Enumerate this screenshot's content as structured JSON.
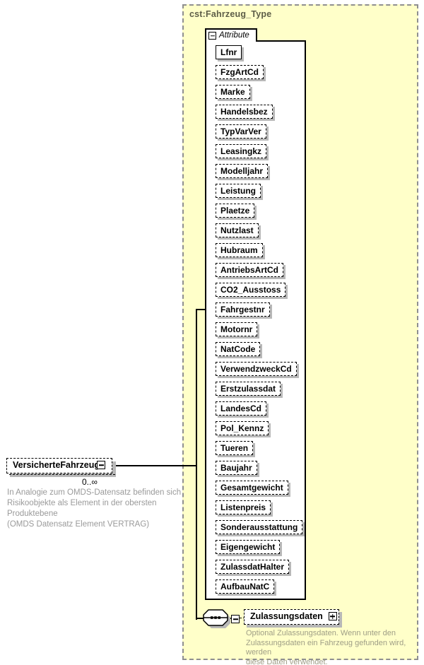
{
  "type": {
    "title": "cst:Fahrzeug_Type"
  },
  "attributes_section": {
    "label": "Attribute",
    "attributes": [
      {
        "name": "Lfnr",
        "required": true
      },
      {
        "name": "FzgArtCd",
        "required": false
      },
      {
        "name": "Marke",
        "required": false
      },
      {
        "name": "Handelsbez",
        "required": false
      },
      {
        "name": "TypVarVer",
        "required": false
      },
      {
        "name": "Leasingkz",
        "required": false
      },
      {
        "name": "Modelljahr",
        "required": false
      },
      {
        "name": "Leistung",
        "required": false
      },
      {
        "name": "Plaetze",
        "required": false
      },
      {
        "name": "Nutzlast",
        "required": false
      },
      {
        "name": "Hubraum",
        "required": false
      },
      {
        "name": "AntriebsArtCd",
        "required": false
      },
      {
        "name": "CO2_Ausstoss",
        "required": false
      },
      {
        "name": "Fahrgestnr",
        "required": false
      },
      {
        "name": "Motornr",
        "required": false
      },
      {
        "name": "NatCode",
        "required": false
      },
      {
        "name": "VerwendzweckCd",
        "required": false
      },
      {
        "name": "Erstzulassdat",
        "required": false
      },
      {
        "name": "LandesCd",
        "required": false
      },
      {
        "name": "Pol_Kennz",
        "required": false
      },
      {
        "name": "Tueren",
        "required": false
      },
      {
        "name": "Baujahr",
        "required": false
      },
      {
        "name": "Gesamtgewicht",
        "required": false
      },
      {
        "name": "Listenpreis",
        "required": false
      },
      {
        "name": "Sonderausstattung",
        "required": false
      },
      {
        "name": "Eigengewicht",
        "required": false
      },
      {
        "name": "ZulassdatHalter",
        "required": false
      },
      {
        "name": "AufbauNatC",
        "required": false
      }
    ]
  },
  "root_element": {
    "name": "VersicherteFahrzeuge",
    "multiplicity": "0..∞",
    "annotation_lines": [
      "In Analogie zum OMDS-Datensatz befinden sich die",
      "Risikoobjekte als Element in der obersten Produktebene",
      "(OMDS Datensatz Element VERTRAG)"
    ]
  },
  "child_element": {
    "name": "Zulassungsdaten",
    "annotation_lines": [
      "Optional Zulassungsdaten. Wenn unter den",
      "Zulassungsdaten ein Fahrzeug gefunden wird, werden",
      "diese Daten verwendet."
    ]
  },
  "icons": {
    "collapse": "minus square",
    "expand": "plus square",
    "compositor": "sequence octagon with three dots"
  },
  "colors": {
    "type_fill": "#ffffc9",
    "type_border": "#8f8f8f",
    "box_shadow": "#b8b8b8",
    "title_text": "#5d5d47",
    "annotation_text": "#9a9a9a",
    "annotation_text_on_yellow": "#9f9e86"
  }
}
